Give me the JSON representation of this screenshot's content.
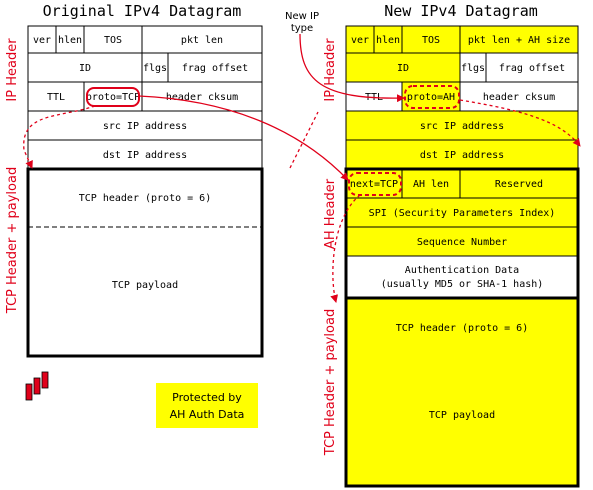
{
  "titles": {
    "original": "Original IPv4 Datagram",
    "new": "New IPv4 Datagram"
  },
  "annotation_new_ip_type": [
    "New IP",
    "type"
  ],
  "side_labels": {
    "left_ip_header": "IP Header",
    "left_tcp": "TCP Header + payload",
    "right_ip_header": "IP Header",
    "right_ah_header": "AH Header",
    "right_tcp": "TCP Header + payload"
  },
  "original": {
    "row1": [
      "ver",
      "hlen",
      "TOS",
      "pkt len"
    ],
    "row2": [
      "ID",
      "flgs",
      "frag offset"
    ],
    "row3": [
      "TTL",
      "proto=TCP",
      "header cksum"
    ],
    "src": "src IP address",
    "dst": "dst IP address",
    "tcp_header": "TCP header (proto = 6)",
    "tcp_payload": "TCP payload"
  },
  "new": {
    "row1": [
      "ver",
      "hlen",
      "TOS",
      "pkt len + AH size"
    ],
    "row2": [
      "ID",
      "flgs",
      "frag offset"
    ],
    "row3": [
      "TTL",
      "proto=AH",
      "header cksum"
    ],
    "src": "src IP address",
    "dst": "dst IP address",
    "ah_row1": [
      "next=TCP",
      "AH len",
      "Reserved"
    ],
    "spi": "SPI (Security Parameters Index)",
    "seq": "Sequence Number",
    "auth": [
      "Authentication Data",
      "(usually MD5 or SHA-1 hash)"
    ],
    "tcp_header": "TCP header (proto = 6)",
    "tcp_payload": "TCP payload"
  },
  "legend": [
    "Protected by",
    "AH Auth Data"
  ],
  "colors": {
    "protected": "#ffff00",
    "border": "#000000",
    "arrow": "#e0001a",
    "logo": "#e0001a"
  }
}
